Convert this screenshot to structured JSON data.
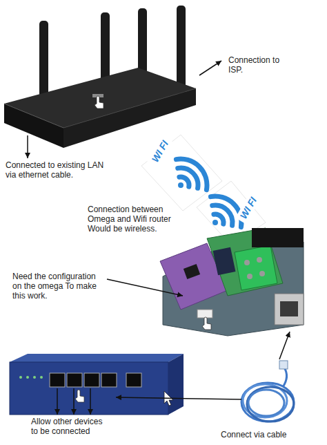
{
  "diagram": {
    "labels": [
      "Connection to ISP.",
      "WI FI",
      "Connected to existing LAN via ethernet cable.",
      "WI FI",
      "Connection between Omega and Wifi router Would be wireless.",
      "Need the configuration on the omega To make this work.",
      "Allow other devices to be connected",
      "Connect via cable"
    ]
  }
}
